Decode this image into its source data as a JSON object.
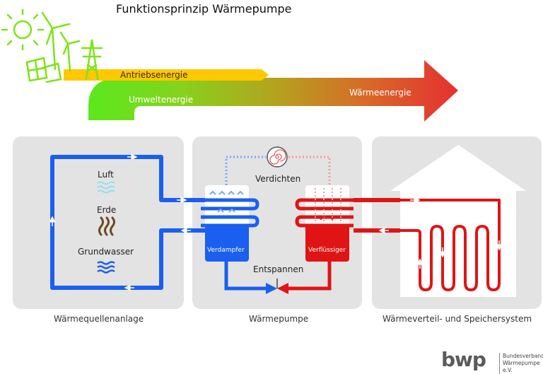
{
  "title": "Funktionsprinzip Wärmepumpe",
  "arrow": {
    "antrieb": "Antriebsenergie",
    "umwelt": "Umweltenergie",
    "waerme": "Wärmeenergie"
  },
  "sources": {
    "luft": "Luft",
    "erde": "Erde",
    "grundwasser": "Grundwasser"
  },
  "pump": {
    "verdichten": "Verdichten",
    "entspannen": "Entspannen",
    "verdampfer": "Verdampfer",
    "verfluessiger": "Verflüssiger"
  },
  "sections": {
    "left": "Wärmequellenanlage",
    "middle": "Wärmepumpe",
    "right": "Wärmeverteil- und Speichersystem"
  },
  "logo": {
    "mark": "bwp",
    "line1": "Bundesverband",
    "line2": "Wärmepumpe e.V."
  },
  "colors": {
    "blue": "#1a5ff0",
    "red": "#e01414",
    "green": "#66dd22",
    "yellow": "#ffc800",
    "panel": "#e3e3e3"
  }
}
